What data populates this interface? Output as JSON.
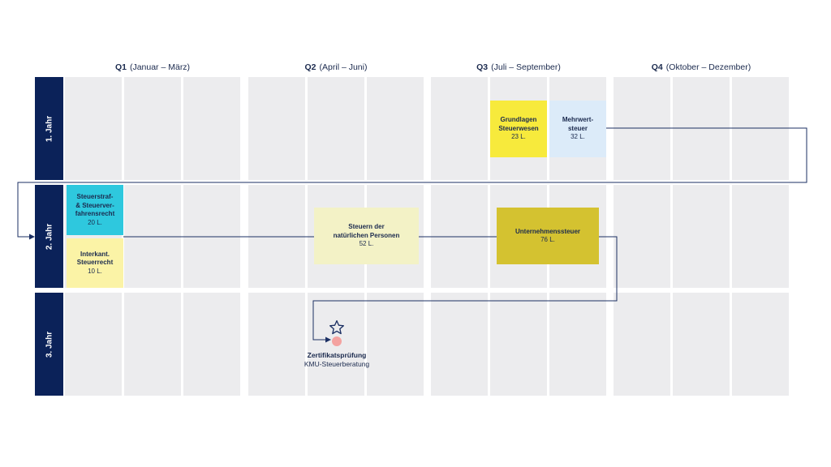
{
  "quarters": [
    {
      "q": "Q1",
      "range": "(Januar – März)"
    },
    {
      "q": "Q2",
      "range": "(April – Juni)"
    },
    {
      "q": "Q3",
      "range": "(Juli – September)"
    },
    {
      "q": "Q4",
      "range": "(Oktober – Dezember)"
    }
  ],
  "years": [
    "1. Jahr",
    "2. Jahr",
    "3. Jahr"
  ],
  "courses": {
    "grundlagen": {
      "title": "Grundlagen\nSteuerwesen",
      "lessons": "23 L.",
      "color": "#f7ea3c"
    },
    "mehrwert": {
      "title": "Mehrwert-\nsteuer",
      "lessons": "32 L.",
      "color": "#dcebf9"
    },
    "steuerstraf": {
      "title": "Steuerstraf-\n& Steuerver-\nfahrensrecht",
      "lessons": "20 L.",
      "color": "#2ec8de"
    },
    "interkant": {
      "title": "Interkant.\nSteuerrecht",
      "lessons": "10 L.",
      "color": "#fbf3a6"
    },
    "natuerliche": {
      "title": "Steuern der\nnatürlichen Personen",
      "lessons": "52 L.",
      "color": "#f3f2c6"
    },
    "unternehmen": {
      "title": "Unternehmenssteuer",
      "lessons": "76 L.",
      "color": "#d4c230"
    }
  },
  "goal": {
    "title": "Zertifikatsprüfung",
    "subtitle": "KMU-Steuerberatung"
  },
  "colors": {
    "navy": "#0b2259",
    "cell": "#ececee",
    "line": "#1b2f63",
    "goal_dot": "#f4a2a0"
  }
}
